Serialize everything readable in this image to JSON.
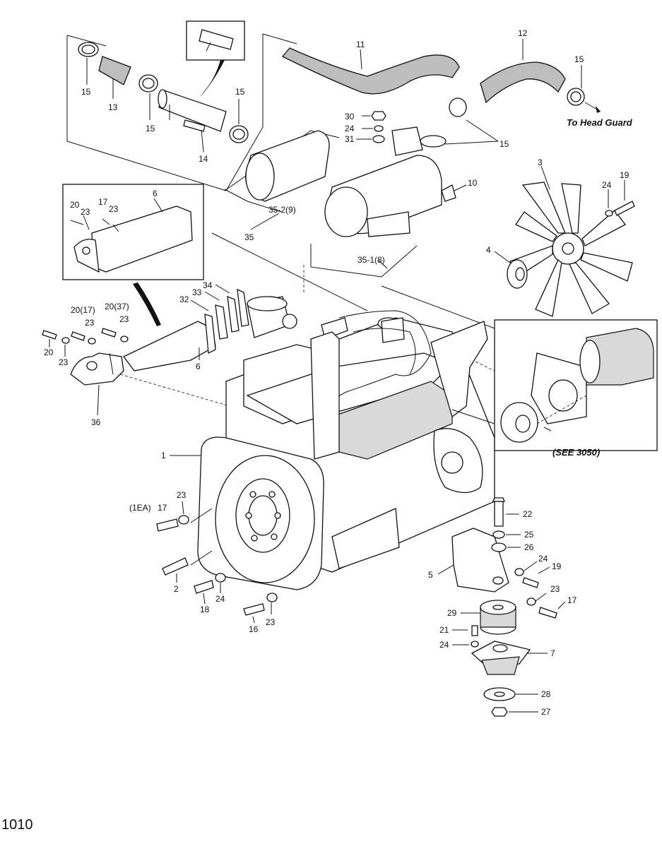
{
  "page_number": "1010",
  "notes": {
    "to_head_guard": "To Head Guard",
    "see_ref": "(SEE 3050)"
  },
  "callouts": {
    "c11": "11",
    "c12": "12",
    "c15a": "15",
    "c15b": "15",
    "c15c": "15",
    "c15d": "15",
    "c15e": "15",
    "c13": "13",
    "c14": "14",
    "c30": "30",
    "c24a": "24",
    "c31": "31",
    "c10": "10",
    "c3": "3",
    "c19a": "19",
    "c24b": "24",
    "c4": "4",
    "c35_2": "35-2(9)",
    "c35": "35",
    "c35_1": "35-1(8)",
    "c6a": "6",
    "c20a": "20",
    "c23a": "23",
    "c17a": "17",
    "c23b": "23",
    "c34": "34",
    "c33": "33",
    "c32": "32",
    "c20_17": "20(17)",
    "c20_37": "20(37)",
    "c23c": "23",
    "c23d": "23",
    "c20b": "20",
    "c23e": "23",
    "c6b": "6",
    "c36": "36",
    "c1": "1",
    "c1ea": "(1EA)",
    "c17b": "17",
    "c23f": "23",
    "c2": "2",
    "c18": "18",
    "c24c": "24",
    "c16": "16",
    "c23g": "23",
    "c22": "22",
    "c25": "25",
    "c26": "26",
    "c5": "5",
    "c24d": "24",
    "c19b": "19",
    "c23h": "23",
    "c17c": "17",
    "c29": "29",
    "c21": "21",
    "c24e": "24",
    "c7": "7",
    "c28": "28",
    "c27": "27"
  }
}
